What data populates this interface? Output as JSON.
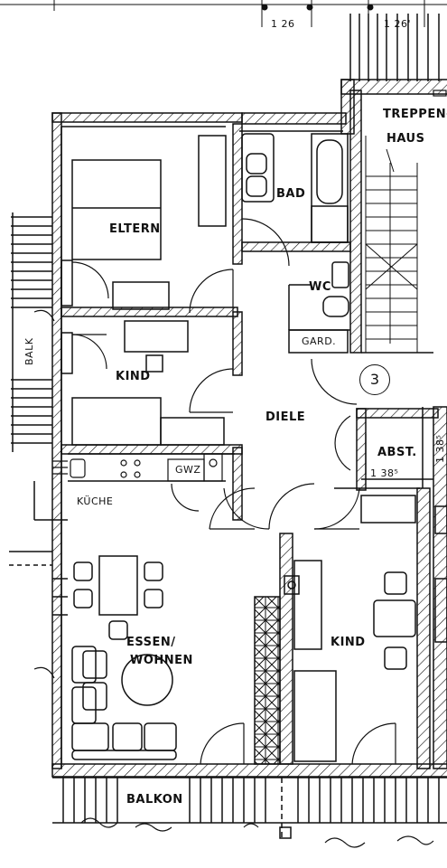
{
  "rooms": {
    "eltern": "ELTERN",
    "bad": "BAD",
    "treppenhaus_1": "TREPPEN-",
    "treppenhaus_2": "HAUS",
    "wc": "WC",
    "gard": "GARD.",
    "kind_1": "KIND",
    "diele": "DIELE",
    "abst": "ABST.",
    "gwz": "GWZ",
    "kueche": "KÜCHE",
    "essen_1": "ESSEN/",
    "essen_2": "WOHNEN",
    "kind_2": "KIND",
    "balkon_bottom": "BALKON",
    "balkon_left": "BALK"
  },
  "dimensions": {
    "top_1": "1 26",
    "top_2": "1 26'",
    "abst_width": "1 38⁵",
    "right_edge": "1 38⁵"
  },
  "unit_number": "3",
  "colors": {
    "line": "#111111",
    "background": "#ffffff"
  }
}
